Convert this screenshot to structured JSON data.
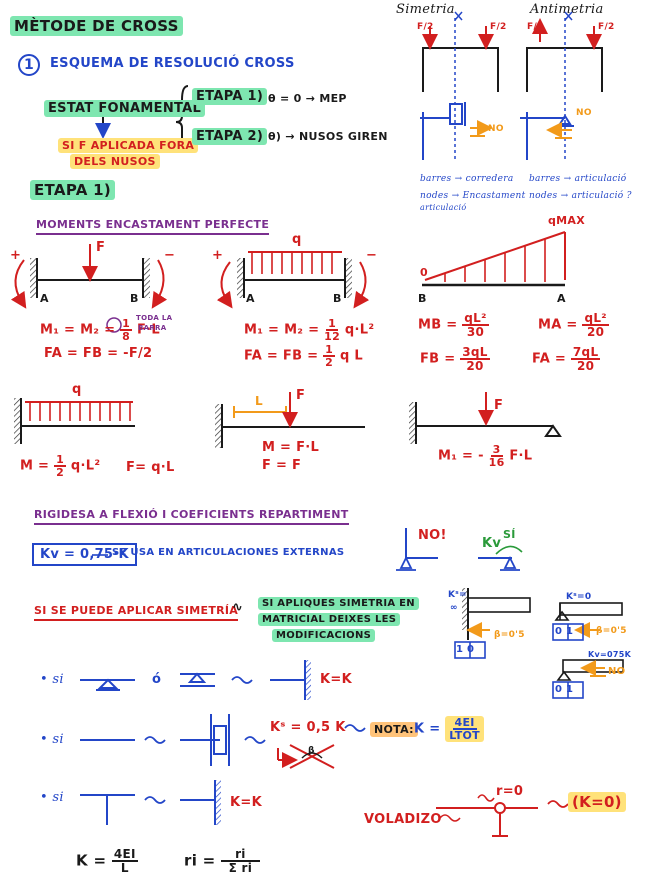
{
  "header": {
    "title": "MÈTODE DE CROSS",
    "section_num": "1",
    "section_title": "ESQUEMA DE RESOLUCIÓ CROSS"
  },
  "scheme": {
    "estat": "ESTAT FONAMENTAL",
    "si_f_1": "SI F APLICADA FORA",
    "si_f_2": "DELS NUSOS",
    "etapa1": "ETAPA 1)",
    "etapa1_desc": "θ = 0 → MEP",
    "etapa2": "ETAPA 2)",
    "etapa2_desc": "θ) → NUSOS GIREN"
  },
  "symmetry_diagram": {
    "sym_title": "Simetria",
    "anti_title": "Antimetria",
    "f2_a": "F/2",
    "f2_b": "F/2",
    "f2_c": "F/2",
    "f2_d": "F/2",
    "no_a": "NO",
    "no_b": "NO",
    "note1": "barres → corredera",
    "note2": "nodes → Encastament",
    "note2b": "articulació",
    "note3": "barres → articulació",
    "note4": "nodes → articulació ?"
  },
  "etapa1": {
    "title": "ETAPA 1)",
    "mep_title": "MOMENTS ENCASTAMENT PERFECTE"
  },
  "case1": {
    "F": "F",
    "A": "A",
    "B": "B",
    "m_lhs": "M₁ = M₂ =",
    "m_num": "1",
    "m_den": "8",
    "m_rhs": "F·L",
    "toda": "TODA LA",
    "barra": "BARRA",
    "f_line": "FA = FB = -F/2"
  },
  "case2": {
    "q": "q",
    "A": "A",
    "B": "B",
    "m_lhs": "M₁ = M₂ =",
    "m_num": "1",
    "m_den": "12",
    "m_rhs": "q·L²",
    "f_lhs": "FA = FB =",
    "f_num": "1",
    "f_den": "2",
    "f_rhs": "q L"
  },
  "case3": {
    "qmax": "qMAX",
    "zero": "0",
    "B": "B",
    "A": "A",
    "mb_lhs": "MB =",
    "mb_num": "qL²",
    "mb_den": "30",
    "ma_lhs": "MA =",
    "ma_num": "qL²",
    "ma_den": "20",
    "fb_lhs": "FB =",
    "fb_num": "3qL",
    "fb_den": "20",
    "fa_lhs": "FA =",
    "fa_num": "7qL",
    "fa_den": "20"
  },
  "case4": {
    "q": "q",
    "m_lhs": "M =",
    "m_num": "1",
    "m_den": "2",
    "m_rhs": "q·L²",
    "f": "F= q·L"
  },
  "case5": {
    "L": "L",
    "F": "F",
    "m": "M = F·L",
    "f": "F = F"
  },
  "case6": {
    "F": "F",
    "m_lhs": "M₁ = -",
    "m_num": "3",
    "m_den": "16",
    "m_rhs": "F·L"
  },
  "rigidesa": {
    "title": "RIGIDESA A FLEXIÓ I COEFICIENTS REPARTIMENT",
    "kv_box": "Kv = 0,75·K",
    "kv_desc": "SE USA EN ARTICULACIONES EXTERNAS",
    "no": "NO!",
    "kv": "Kv",
    "si": "SÍ"
  },
  "simetria": {
    "title": "SI SE PUEDE APLICAR SIMETRÍA",
    "note1": "SI APLIQUES SIMETRIA EN",
    "note2": "MATRICIAL DEIXES LES",
    "note3": "MODIFICACIONS",
    "ks_a": "Kˢ=",
    "ks_b": "∞",
    "beta05a": "β=0'5",
    "k0": "Kˢ=0",
    "beta05b": "β=0'5",
    "kv075": "Kv=075K",
    "no": "NO",
    "r10": "1 0",
    "r01a": "0 1",
    "r01b": "0 1"
  },
  "rules": {
    "si1": "• si",
    "o": "ó",
    "kk1": "K=K",
    "si2": "• si",
    "ks": "Kˢ = 0,5 K",
    "beta": "β",
    "nota": "NOTA:",
    "nota_k": "K =",
    "nota_num": "4EI",
    "nota_den": "LTOT",
    "si3": "• si",
    "kk3": "K=K",
    "voladizo": "VOLADIZO",
    "r0": "r=0",
    "k0": "(K=0)"
  },
  "footer": {
    "k_lhs": "K =",
    "k_num": "4EI",
    "k_den": "L",
    "r_lhs": "ri =",
    "r_num": "ri",
    "r_den": "Σ ri"
  }
}
